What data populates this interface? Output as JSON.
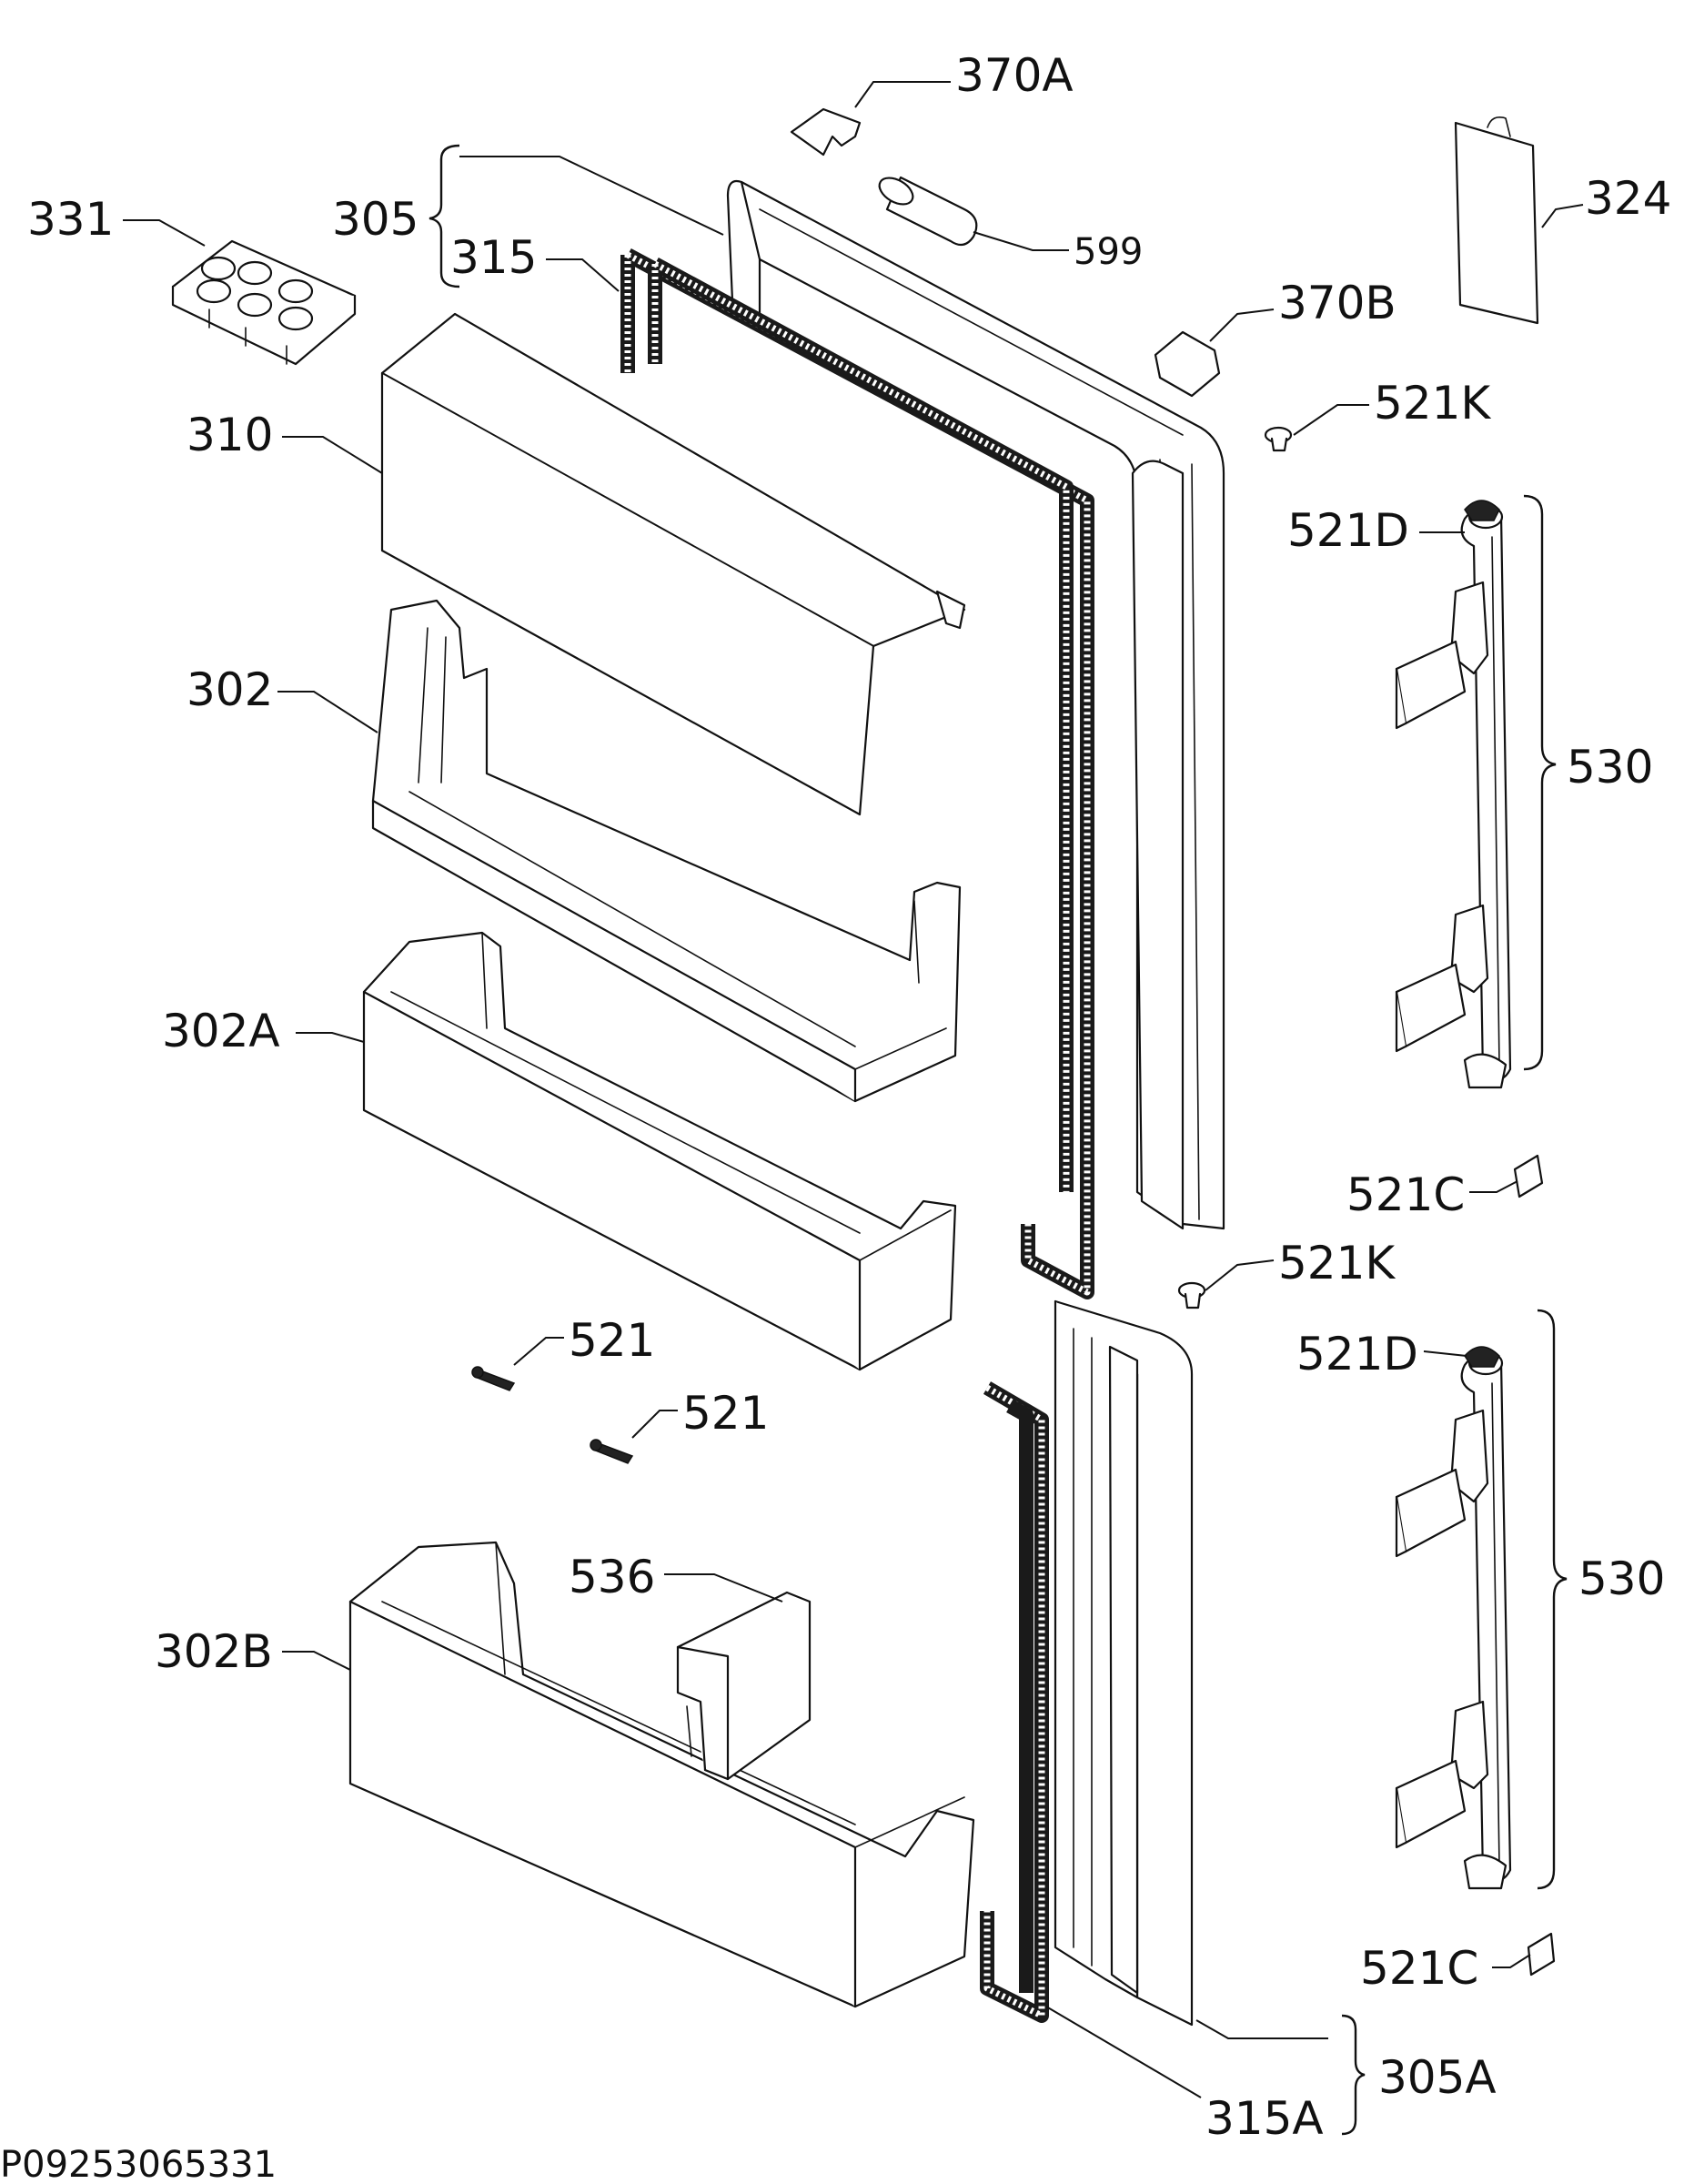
{
  "diagram": {
    "drawing_code": "P09253065331",
    "labels": {
      "l370a": "370A",
      "l331": "331",
      "l305": "305",
      "l315": "315",
      "l599": "599",
      "l324": "324",
      "l370b": "370B",
      "l521k_top": "521K",
      "l310": "310",
      "l521d_top": "521D",
      "l302": "302",
      "l530_top": "530",
      "l302a": "302A",
      "l521c_top": "521C",
      "l521k_mid": "521K",
      "l521_a": "521",
      "l521d_bottom": "521D",
      "l521_b": "521",
      "l536": "536",
      "l530_bottom": "530",
      "l302b": "302B",
      "l521c_bottom": "521C",
      "l305a": "305A",
      "l315a": "315A"
    }
  }
}
